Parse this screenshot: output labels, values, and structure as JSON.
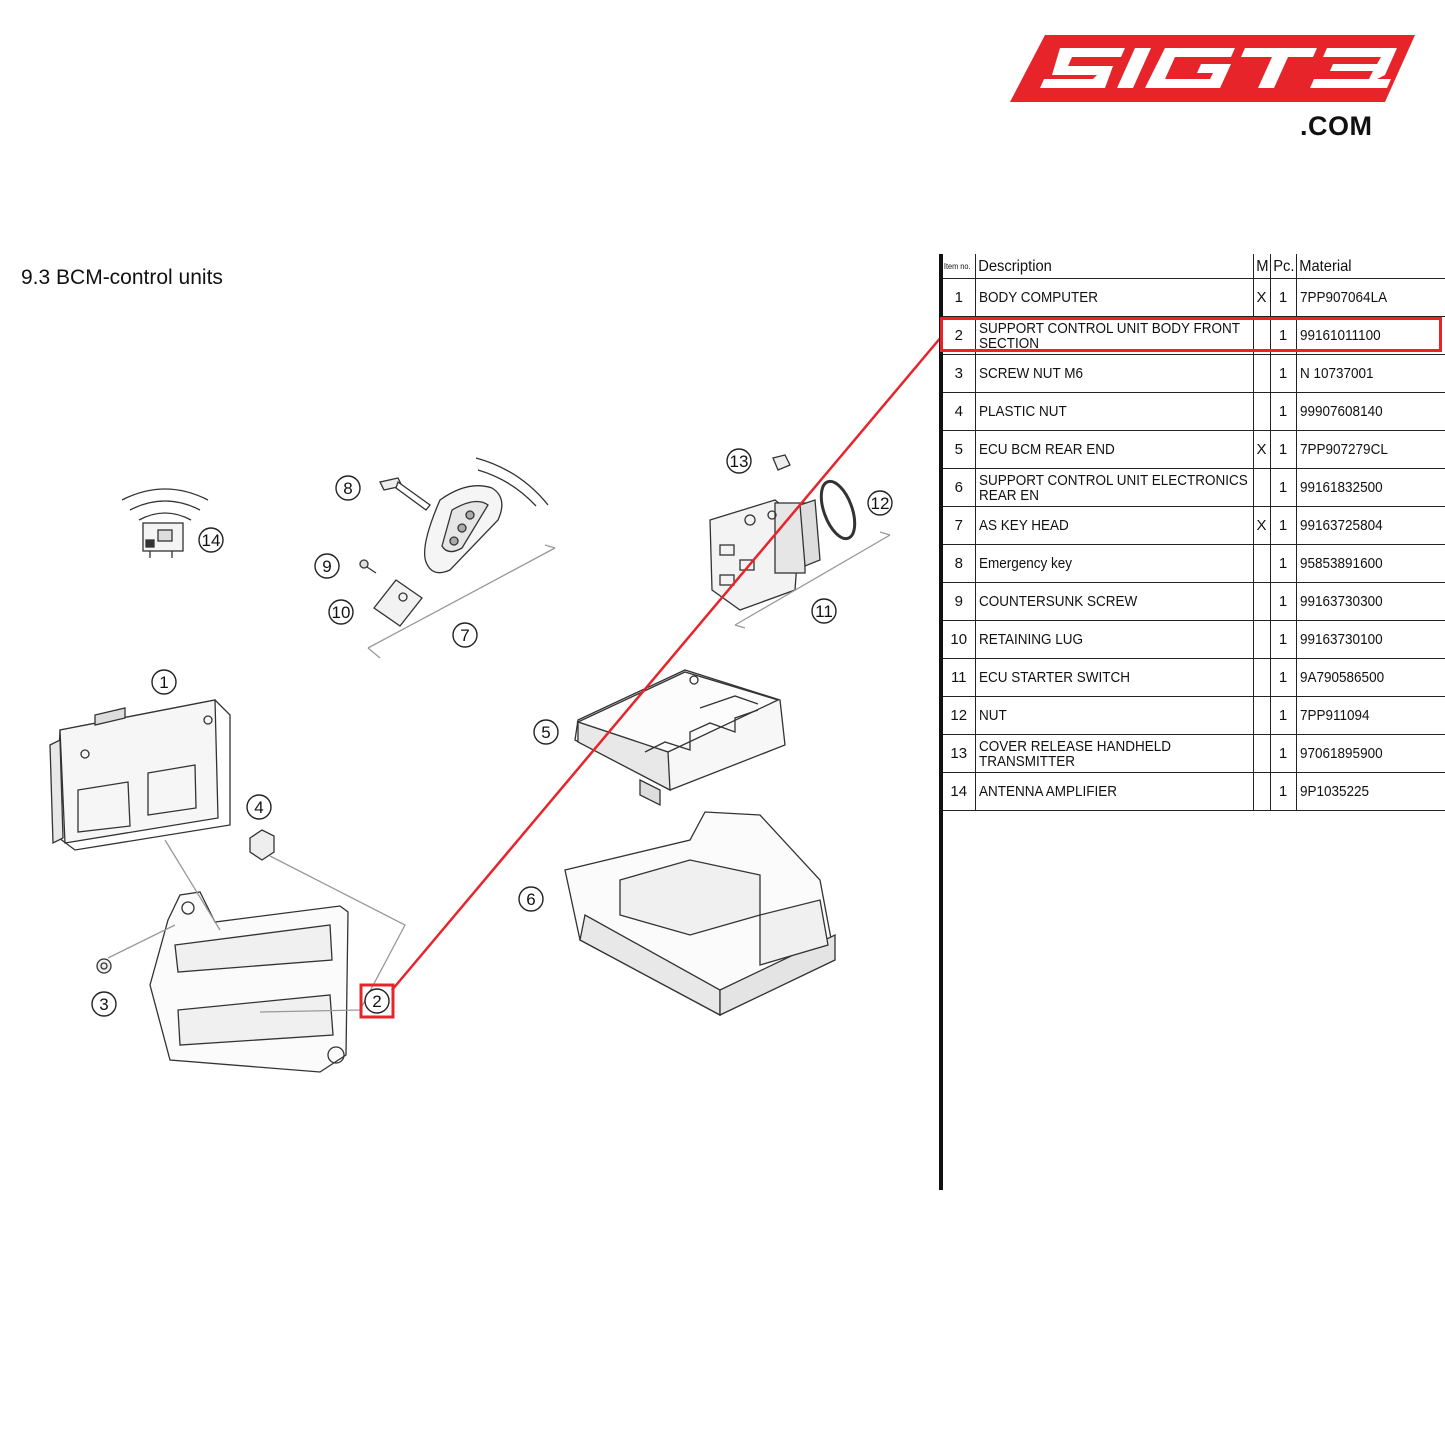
{
  "logo": {
    "text": "51GT3",
    "sub": ".COM",
    "color": "#e8242b"
  },
  "section_title": "9.3  BCM-control units",
  "table": {
    "headers": {
      "item": "Item no.",
      "description": "Description",
      "m": "M",
      "pc": "Pc.",
      "material": "Material"
    },
    "rows": [
      {
        "no": "1",
        "description": "BODY COMPUTER",
        "m": "X",
        "pc": "1",
        "material": "7PP907064LA"
      },
      {
        "no": "2",
        "description": "SUPPORT CONTROL UNIT BODY FRONT SECTION",
        "m": "",
        "pc": "1",
        "material": "99161011100"
      },
      {
        "no": "3",
        "description": "SCREW NUT M6",
        "m": "",
        "pc": "1",
        "material": "N 10737001"
      },
      {
        "no": "4",
        "description": "PLASTIC NUT",
        "m": "",
        "pc": "1",
        "material": "99907608140"
      },
      {
        "no": "5",
        "description": "ECU BCM REAR END",
        "m": "X",
        "pc": "1",
        "material": "7PP907279CL"
      },
      {
        "no": "6",
        "description": "SUPPORT CONTROL UNIT ELECTRONICS REAR EN",
        "m": "",
        "pc": "1",
        "material": "99161832500"
      },
      {
        "no": "7",
        "description": "AS KEY HEAD",
        "m": "X",
        "pc": "1",
        "material": "99163725804"
      },
      {
        "no": "8",
        "description": "Emergency key",
        "m": "",
        "pc": "1",
        "material": "95853891600"
      },
      {
        "no": "9",
        "description": "COUNTERSUNK SCREW",
        "m": "",
        "pc": "1",
        "material": "99163730300"
      },
      {
        "no": "10",
        "description": "RETAINING LUG",
        "m": "",
        "pc": "1",
        "material": "99163730100"
      },
      {
        "no": "11",
        "description": "ECU STARTER SWITCH",
        "m": "",
        "pc": "1",
        "material": "9A790586500"
      },
      {
        "no": "12",
        "description": "NUT",
        "m": "",
        "pc": "1",
        "material": "7PP911094"
      },
      {
        "no": "13",
        "description": "COVER RELEASE HANDHELD TRANSMITTER",
        "m": "",
        "pc": "1",
        "material": "97061895900"
      },
      {
        "no": "14",
        "description": "ANTENNA AMPLIFIER",
        "m": "",
        "pc": "1",
        "material": "9P1035225"
      }
    ]
  },
  "callouts": [
    "1",
    "2",
    "3",
    "4",
    "5",
    "6",
    "7",
    "8",
    "9",
    "10",
    "11",
    "12",
    "13",
    "14"
  ],
  "highlight": {
    "item": "2",
    "color": "#e8242b"
  }
}
